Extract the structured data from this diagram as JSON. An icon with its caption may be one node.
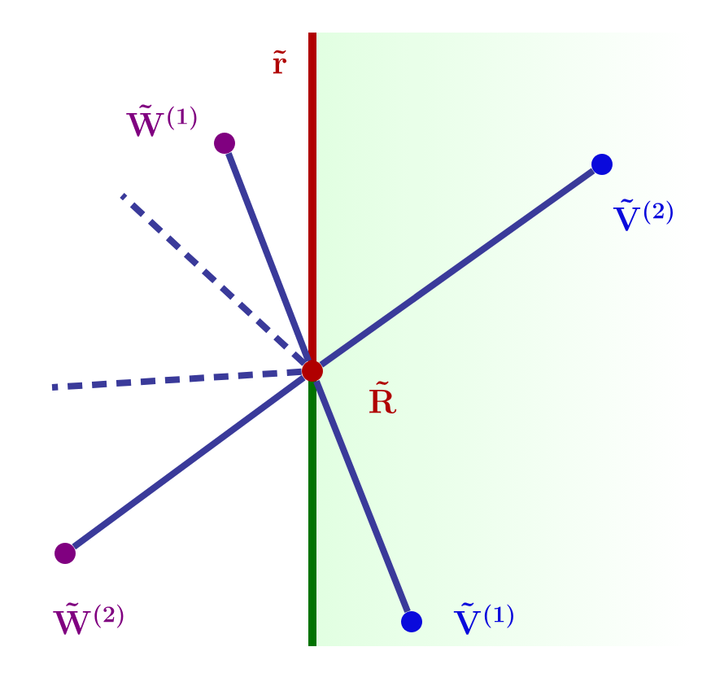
{
  "diagram": {
    "nodes": [
      {
        "text": [],
        "shape": "circle",
        "beside": [
          "\\tilde{\\mathbf{R}}"
        ]
      },
      {
        "text": [],
        "shape": "circle",
        "beside": [
          "\\tilde{\\mathbf{W}}^{(1)}"
        ]
      },
      {
        "text": [],
        "shape": "circle",
        "beside": [
          "\\tilde{\\mathbf{V}}^{(2)}"
        ]
      },
      {
        "text": [],
        "shape": "circle",
        "beside": [
          "\\tilde{\\mathbf{W}}^{(2)}"
        ]
      },
      {
        "text": [],
        "shape": "circle",
        "beside": [
          "\\tilde{\\mathbf{V}}^{(1)}"
        ]
      }
    ],
    "edges": [
      {
        "from": 0,
        "to": 1,
        "arrow": "none"
      },
      {
        "from": 0,
        "to": 2,
        "arrow": "none"
      },
      {
        "from": 0,
        "to": 3,
        "arrow": "none"
      },
      {
        "from": 0,
        "to": 4,
        "arrow": "none"
      },
      {
        "from": 0,
        "to": null,
        "arrow": "none",
        "style": "dashed"
      },
      {
        "from": 0,
        "to": null,
        "arrow": "none",
        "style": "dashed"
      }
    ],
    "labels": [
      "\\tilde{\\mathbf{r}}"
    ]
  }
}
